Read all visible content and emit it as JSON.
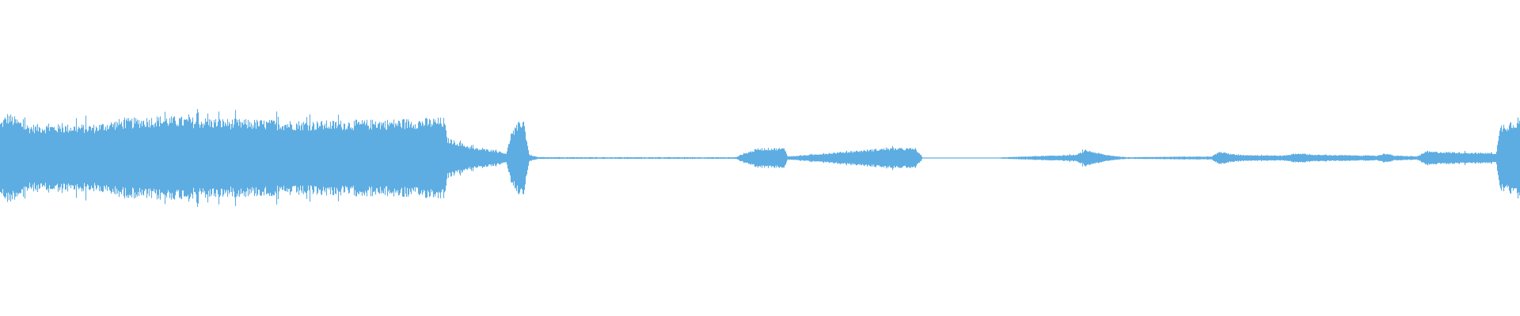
{
  "waveform": {
    "color": "#5dade2",
    "background": "#ffffff",
    "amplitude_envelope": [
      [
        0.0,
        0.22
      ],
      [
        0.5,
        0.27
      ],
      [
        1.8,
        0.2
      ],
      [
        6.2,
        0.2
      ],
      [
        7.8,
        0.23
      ],
      [
        10.4,
        0.25
      ],
      [
        15.6,
        0.23
      ],
      [
        20.8,
        0.22
      ],
      [
        26.0,
        0.23
      ],
      [
        29.2,
        0.24
      ],
      [
        29.4,
        0.12
      ],
      [
        31.2,
        0.06
      ],
      [
        32.3,
        0.05
      ],
      [
        33.3,
        0.03
      ],
      [
        33.6,
        0.15
      ],
      [
        34.4,
        0.25
      ],
      [
        34.8,
        0.02
      ],
      [
        35.4,
        0.005
      ],
      [
        48.4,
        0.005
      ],
      [
        48.7,
        0.02
      ],
      [
        49.9,
        0.06
      ],
      [
        51.6,
        0.06
      ],
      [
        51.8,
        0.01
      ],
      [
        52.6,
        0.015
      ],
      [
        58.3,
        0.06
      ],
      [
        60.2,
        0.06
      ],
      [
        60.7,
        0.0
      ],
      [
        65.1,
        0.0
      ],
      [
        66.1,
        0.005
      ],
      [
        70.8,
        0.02
      ],
      [
        71.4,
        0.05
      ],
      [
        72.7,
        0.02
      ],
      [
        74.0,
        0.005
      ],
      [
        79.7,
        0.01
      ],
      [
        80.2,
        0.04
      ],
      [
        81.3,
        0.02
      ],
      [
        84.4,
        0.015
      ],
      [
        85.4,
        0.03
      ],
      [
        86.5,
        0.02
      ],
      [
        90.6,
        0.015
      ],
      [
        91.1,
        0.03
      ],
      [
        91.7,
        0.015
      ],
      [
        93.2,
        0.01
      ],
      [
        93.8,
        0.04
      ],
      [
        98.4,
        0.03
      ],
      [
        98.7,
        0.2
      ],
      [
        100.0,
        0.25
      ]
    ]
  }
}
